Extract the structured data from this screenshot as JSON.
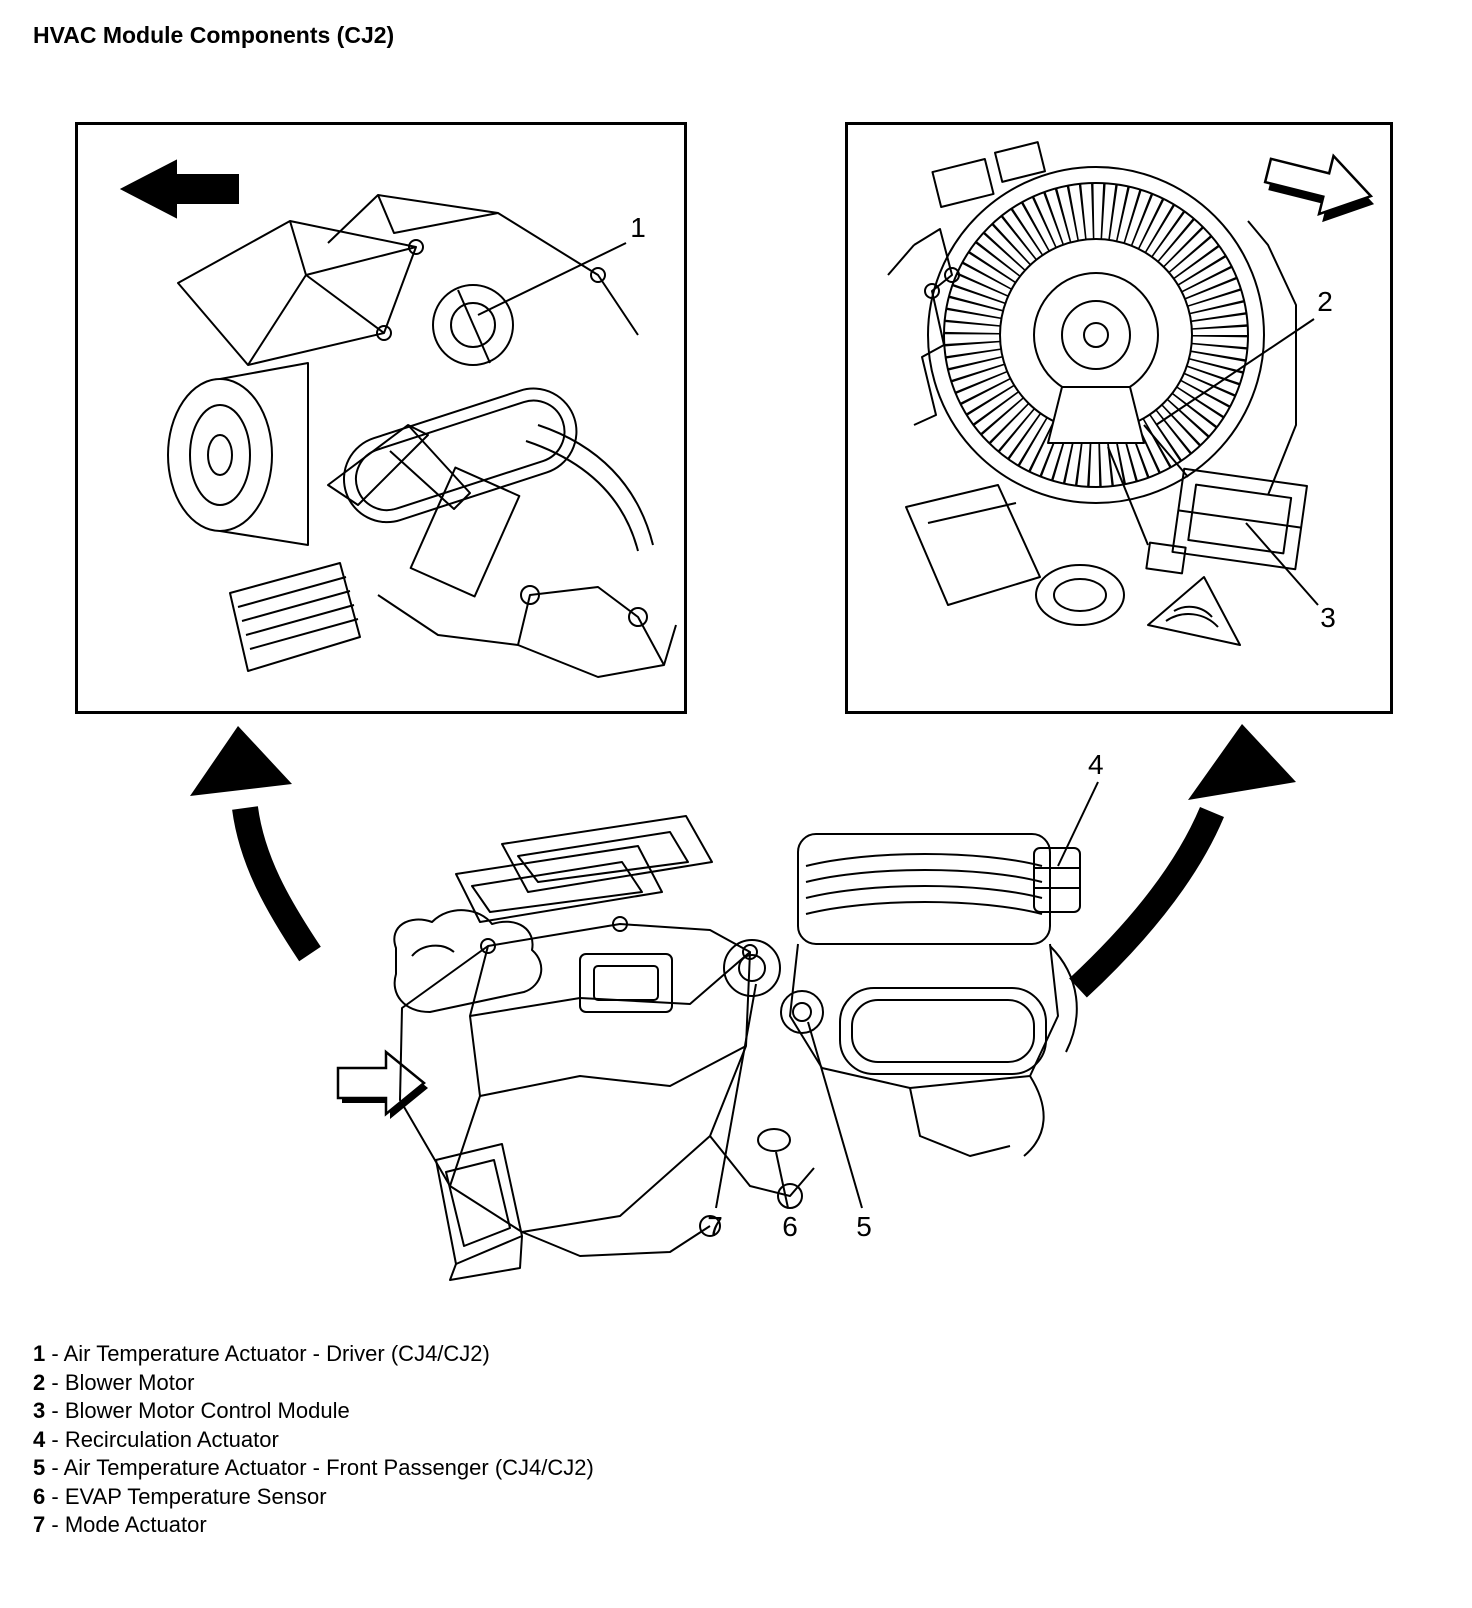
{
  "page": {
    "title": "HVAC Module Components (CJ2)"
  },
  "callouts": {
    "c1": "1",
    "c2": "2",
    "c3": "3",
    "c4": "4",
    "c5": "5",
    "c6": "6",
    "c7": "7"
  },
  "legend": {
    "separator": " - ",
    "items": [
      {
        "num": "1",
        "label": "Air Temperature Actuator - Driver (CJ4/CJ2)"
      },
      {
        "num": "2",
        "label": "Blower Motor"
      },
      {
        "num": "3",
        "label": "Blower Motor Control Module"
      },
      {
        "num": "4",
        "label": "Recirculation Actuator"
      },
      {
        "num": "5",
        "label": "Air Temperature Actuator - Front Passenger (CJ4/CJ2)"
      },
      {
        "num": "6",
        "label": "EVAP Temperature Sensor"
      },
      {
        "num": "7",
        "label": "Mode Actuator"
      }
    ]
  },
  "icons": {
    "left_view_arrow": "arrow-left",
    "right_view_arrow": "arrow-right",
    "inlet_arrow": "arrow-right",
    "to_left_view": "curved-arrow-up",
    "to_right_view": "curved-arrow-up"
  }
}
